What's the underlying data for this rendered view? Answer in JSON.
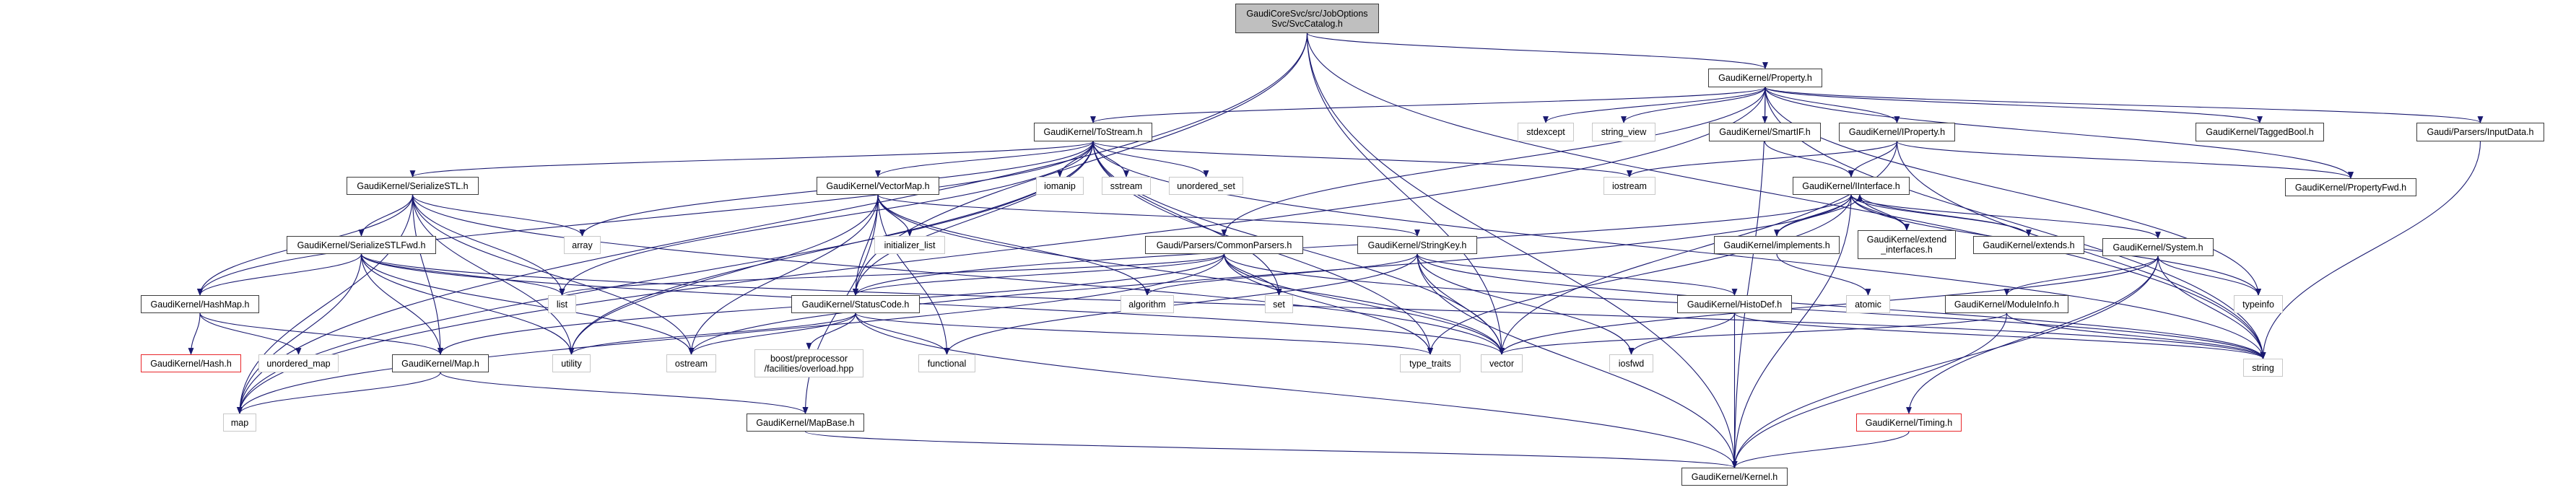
{
  "title": "GaudiCoreSvc/src/JobOptionsSvc/SvcCatalog.h include dependency graph",
  "colors": {
    "edge": "#191970",
    "root_fill": "#bfbfbf",
    "doc_border": "#3d3d3d",
    "system_border": "#c8c8c8",
    "missing_border": "#e8262a"
  },
  "nodes": [
    {
      "id": "root",
      "label": "GaudiCoreSvc/src/JobOptions\nSvc/SvcCatalog.h",
      "kind": "root"
    },
    {
      "id": "property",
      "label": "GaudiKernel/Property.h",
      "kind": "doc"
    },
    {
      "id": "tostream",
      "label": "GaudiKernel/ToStream.h",
      "kind": "doc"
    },
    {
      "id": "stdexcept",
      "label": "stdexcept",
      "kind": "sys"
    },
    {
      "id": "string_view",
      "label": "string_view",
      "kind": "sys"
    },
    {
      "id": "smartif",
      "label": "GaudiKernel/SmartIF.h",
      "kind": "doc"
    },
    {
      "id": "iproperty",
      "label": "GaudiKernel/IProperty.h",
      "kind": "doc"
    },
    {
      "id": "taggedbool",
      "label": "GaudiKernel/TaggedBool.h",
      "kind": "doc"
    },
    {
      "id": "inputdata",
      "label": "Gaudi/Parsers/InputData.h",
      "kind": "doc"
    },
    {
      "id": "serializestl",
      "label": "GaudiKernel/SerializeSTL.h",
      "kind": "doc"
    },
    {
      "id": "vectormap",
      "label": "GaudiKernel/VectorMap.h",
      "kind": "doc"
    },
    {
      "id": "iomanip",
      "label": "iomanip",
      "kind": "sys"
    },
    {
      "id": "sstream",
      "label": "sstream",
      "kind": "sys"
    },
    {
      "id": "unordered_set",
      "label": "unordered_set",
      "kind": "sys"
    },
    {
      "id": "iostream",
      "label": "iostream",
      "kind": "sys"
    },
    {
      "id": "iinterface",
      "label": "GaudiKernel/IInterface.h",
      "kind": "doc"
    },
    {
      "id": "propertyfwd",
      "label": "GaudiKernel/PropertyFwd.h",
      "kind": "doc"
    },
    {
      "id": "serializestlfwd",
      "label": "GaudiKernel/SerializeSTLFwd.h",
      "kind": "doc"
    },
    {
      "id": "array",
      "label": "array",
      "kind": "sys"
    },
    {
      "id": "initializer_list",
      "label": "initializer_list",
      "kind": "sys"
    },
    {
      "id": "commonparsers",
      "label": "Gaudi/Parsers/CommonParsers.h",
      "kind": "doc"
    },
    {
      "id": "stringkey",
      "label": "GaudiKernel/StringKey.h",
      "kind": "doc"
    },
    {
      "id": "implements",
      "label": "GaudiKernel/implements.h",
      "kind": "doc"
    },
    {
      "id": "extend_interfaces",
      "label": "GaudiKernel/extend\n_interfaces.h",
      "kind": "doc"
    },
    {
      "id": "extends",
      "label": "GaudiKernel/extends.h",
      "kind": "doc"
    },
    {
      "id": "system",
      "label": "GaudiKernel/System.h",
      "kind": "doc"
    },
    {
      "id": "hashmap",
      "label": "GaudiKernel/HashMap.h",
      "kind": "doc"
    },
    {
      "id": "list",
      "label": "list",
      "kind": "sys"
    },
    {
      "id": "statuscode",
      "label": "GaudiKernel/StatusCode.h",
      "kind": "doc"
    },
    {
      "id": "algorithm",
      "label": "algorithm",
      "kind": "sys"
    },
    {
      "id": "set",
      "label": "set",
      "kind": "sys"
    },
    {
      "id": "histodef",
      "label": "GaudiKernel/HistoDef.h",
      "kind": "doc"
    },
    {
      "id": "atomic",
      "label": "atomic",
      "kind": "sys"
    },
    {
      "id": "moduleinfo",
      "label": "GaudiKernel/ModuleInfo.h",
      "kind": "doc"
    },
    {
      "id": "typeinfo",
      "label": "typeinfo",
      "kind": "sys"
    },
    {
      "id": "hash",
      "label": "GaudiKernel/Hash.h",
      "kind": "missing"
    },
    {
      "id": "unordered_map",
      "label": "unordered_map",
      "kind": "sys"
    },
    {
      "id": "map_h",
      "label": "GaudiKernel/Map.h",
      "kind": "doc"
    },
    {
      "id": "utility",
      "label": "utility",
      "kind": "sys"
    },
    {
      "id": "ostream",
      "label": "ostream",
      "kind": "sys"
    },
    {
      "id": "boost_overload",
      "label": "boost/preprocessor\n/facilities/overload.hpp",
      "kind": "sys"
    },
    {
      "id": "functional",
      "label": "functional",
      "kind": "sys"
    },
    {
      "id": "type_traits",
      "label": "type_traits",
      "kind": "sys"
    },
    {
      "id": "vector",
      "label": "vector",
      "kind": "sys"
    },
    {
      "id": "iosfwd",
      "label": "iosfwd",
      "kind": "sys"
    },
    {
      "id": "string",
      "label": "string",
      "kind": "sys"
    },
    {
      "id": "map",
      "label": "map",
      "kind": "sys"
    },
    {
      "id": "mapbase",
      "label": "GaudiKernel/MapBase.h",
      "kind": "doc"
    },
    {
      "id": "timing",
      "label": "GaudiKernel/Timing.h",
      "kind": "missing"
    },
    {
      "id": "kernel",
      "label": "GaudiKernel/Kernel.h",
      "kind": "doc"
    }
  ],
  "edges": [
    [
      "root",
      "property"
    ],
    [
      "root",
      "statuscode"
    ],
    [
      "root",
      "map"
    ],
    [
      "root",
      "kernel"
    ],
    [
      "root",
      "string"
    ],
    [
      "root",
      "vector"
    ],
    [
      "property",
      "tostream"
    ],
    [
      "property",
      "stdexcept"
    ],
    [
      "property",
      "string_view"
    ],
    [
      "property",
      "smartif"
    ],
    [
      "property",
      "iproperty"
    ],
    [
      "property",
      "taggedbool"
    ],
    [
      "property",
      "inputdata"
    ],
    [
      "property",
      "propertyfwd"
    ],
    [
      "property",
      "string"
    ],
    [
      "property",
      "typeinfo"
    ],
    [
      "property",
      "kernel"
    ],
    [
      "property",
      "map"
    ],
    [
      "property",
      "commonparsers"
    ],
    [
      "tostream",
      "serializestl"
    ],
    [
      "tostream",
      "vectormap"
    ],
    [
      "tostream",
      "iomanip"
    ],
    [
      "tostream",
      "sstream"
    ],
    [
      "tostream",
      "unordered_set"
    ],
    [
      "tostream",
      "iostream"
    ],
    [
      "tostream",
      "array"
    ],
    [
      "tostream",
      "list"
    ],
    [
      "tostream",
      "set"
    ],
    [
      "tostream",
      "map"
    ],
    [
      "tostream",
      "hashmap"
    ],
    [
      "tostream",
      "type_traits"
    ],
    [
      "tostream",
      "vector"
    ],
    [
      "tostream",
      "string"
    ],
    [
      "tostream",
      "utility"
    ],
    [
      "tostream",
      "statuscode"
    ],
    [
      "smartif",
      "iinterface"
    ],
    [
      "iproperty",
      "iinterface"
    ],
    [
      "iproperty",
      "iostream"
    ],
    [
      "iproperty",
      "vector"
    ],
    [
      "iproperty",
      "string"
    ],
    [
      "iproperty",
      "propertyfwd"
    ],
    [
      "iinterface",
      "implements"
    ],
    [
      "iinterface",
      "extend_interfaces"
    ],
    [
      "iinterface",
      "extends"
    ],
    [
      "iinterface",
      "system"
    ],
    [
      "iinterface",
      "statuscode"
    ],
    [
      "iinterface",
      "kernel"
    ],
    [
      "iinterface",
      "ostream"
    ],
    [
      "iinterface",
      "type_traits"
    ],
    [
      "iinterface",
      "typeinfo"
    ],
    [
      "implements",
      "iinterface"
    ],
    [
      "implements",
      "atomic"
    ],
    [
      "extend_interfaces",
      "iinterface"
    ],
    [
      "extends",
      "iinterface"
    ],
    [
      "inputdata",
      "string"
    ],
    [
      "serializestl",
      "serializestlfwd"
    ],
    [
      "serializestl",
      "hashmap"
    ],
    [
      "serializestl",
      "map_h"
    ],
    [
      "serializestl",
      "array"
    ],
    [
      "serializestl",
      "list"
    ],
    [
      "serializestl",
      "utility"
    ],
    [
      "serializestl",
      "ostream"
    ],
    [
      "serializestl",
      "map"
    ],
    [
      "serializestl",
      "vector"
    ],
    [
      "serializestlfwd",
      "hashmap"
    ],
    [
      "serializestlfwd",
      "map_h"
    ],
    [
      "serializestlfwd",
      "list"
    ],
    [
      "serializestlfwd",
      "utility"
    ],
    [
      "serializestlfwd",
      "ostream"
    ],
    [
      "serializestlfwd",
      "map"
    ],
    [
      "serializestlfwd",
      "vector"
    ],
    [
      "serializestlfwd",
      "string"
    ],
    [
      "vectormap",
      "initializer_list"
    ],
    [
      "vectormap",
      "statuscode"
    ],
    [
      "vectormap",
      "functional"
    ],
    [
      "vectormap",
      "mapbase"
    ],
    [
      "vectormap",
      "utility"
    ],
    [
      "vectormap",
      "ostream"
    ],
    [
      "vectormap",
      "algorithm"
    ],
    [
      "vectormap",
      "vector"
    ],
    [
      "vectormap",
      "stringkey"
    ],
    [
      "commonparsers",
      "statuscode"
    ],
    [
      "commonparsers",
      "set"
    ],
    [
      "commonparsers",
      "map"
    ],
    [
      "commonparsers",
      "list"
    ],
    [
      "commonparsers",
      "vector"
    ],
    [
      "commonparsers",
      "string"
    ],
    [
      "commonparsers",
      "map_h"
    ],
    [
      "commonparsers",
      "type_traits"
    ],
    [
      "stringkey",
      "algorithm"
    ],
    [
      "stringkey",
      "functional"
    ],
    [
      "stringkey",
      "iosfwd"
    ],
    [
      "stringkey",
      "vector"
    ],
    [
      "stringkey",
      "string"
    ],
    [
      "stringkey",
      "kernel"
    ],
    [
      "stringkey",
      "histodef"
    ],
    [
      "system",
      "moduleinfo"
    ],
    [
      "system",
      "timing"
    ],
    [
      "system",
      "kernel"
    ],
    [
      "system",
      "typeinfo"
    ],
    [
      "system",
      "string"
    ],
    [
      "system",
      "vector"
    ],
    [
      "histodef",
      "iosfwd"
    ],
    [
      "histodef",
      "kernel"
    ],
    [
      "histodef",
      "string"
    ],
    [
      "moduleinfo",
      "kernel"
    ],
    [
      "moduleinfo",
      "string"
    ],
    [
      "moduleinfo",
      "vector"
    ],
    [
      "timing",
      "kernel"
    ],
    [
      "hashmap",
      "hash"
    ],
    [
      "hashmap",
      "unordered_map"
    ],
    [
      "hashmap",
      "map_h"
    ],
    [
      "map_h",
      "map"
    ],
    [
      "map_h",
      "mapbase"
    ],
    [
      "statuscode",
      "boost_overload"
    ],
    [
      "statuscode",
      "functional"
    ],
    [
      "statuscode",
      "ostream"
    ],
    [
      "statuscode",
      "utility"
    ],
    [
      "statuscode",
      "kernel"
    ],
    [
      "statuscode",
      "type_traits"
    ],
    [
      "mapbase",
      "kernel"
    ]
  ]
}
